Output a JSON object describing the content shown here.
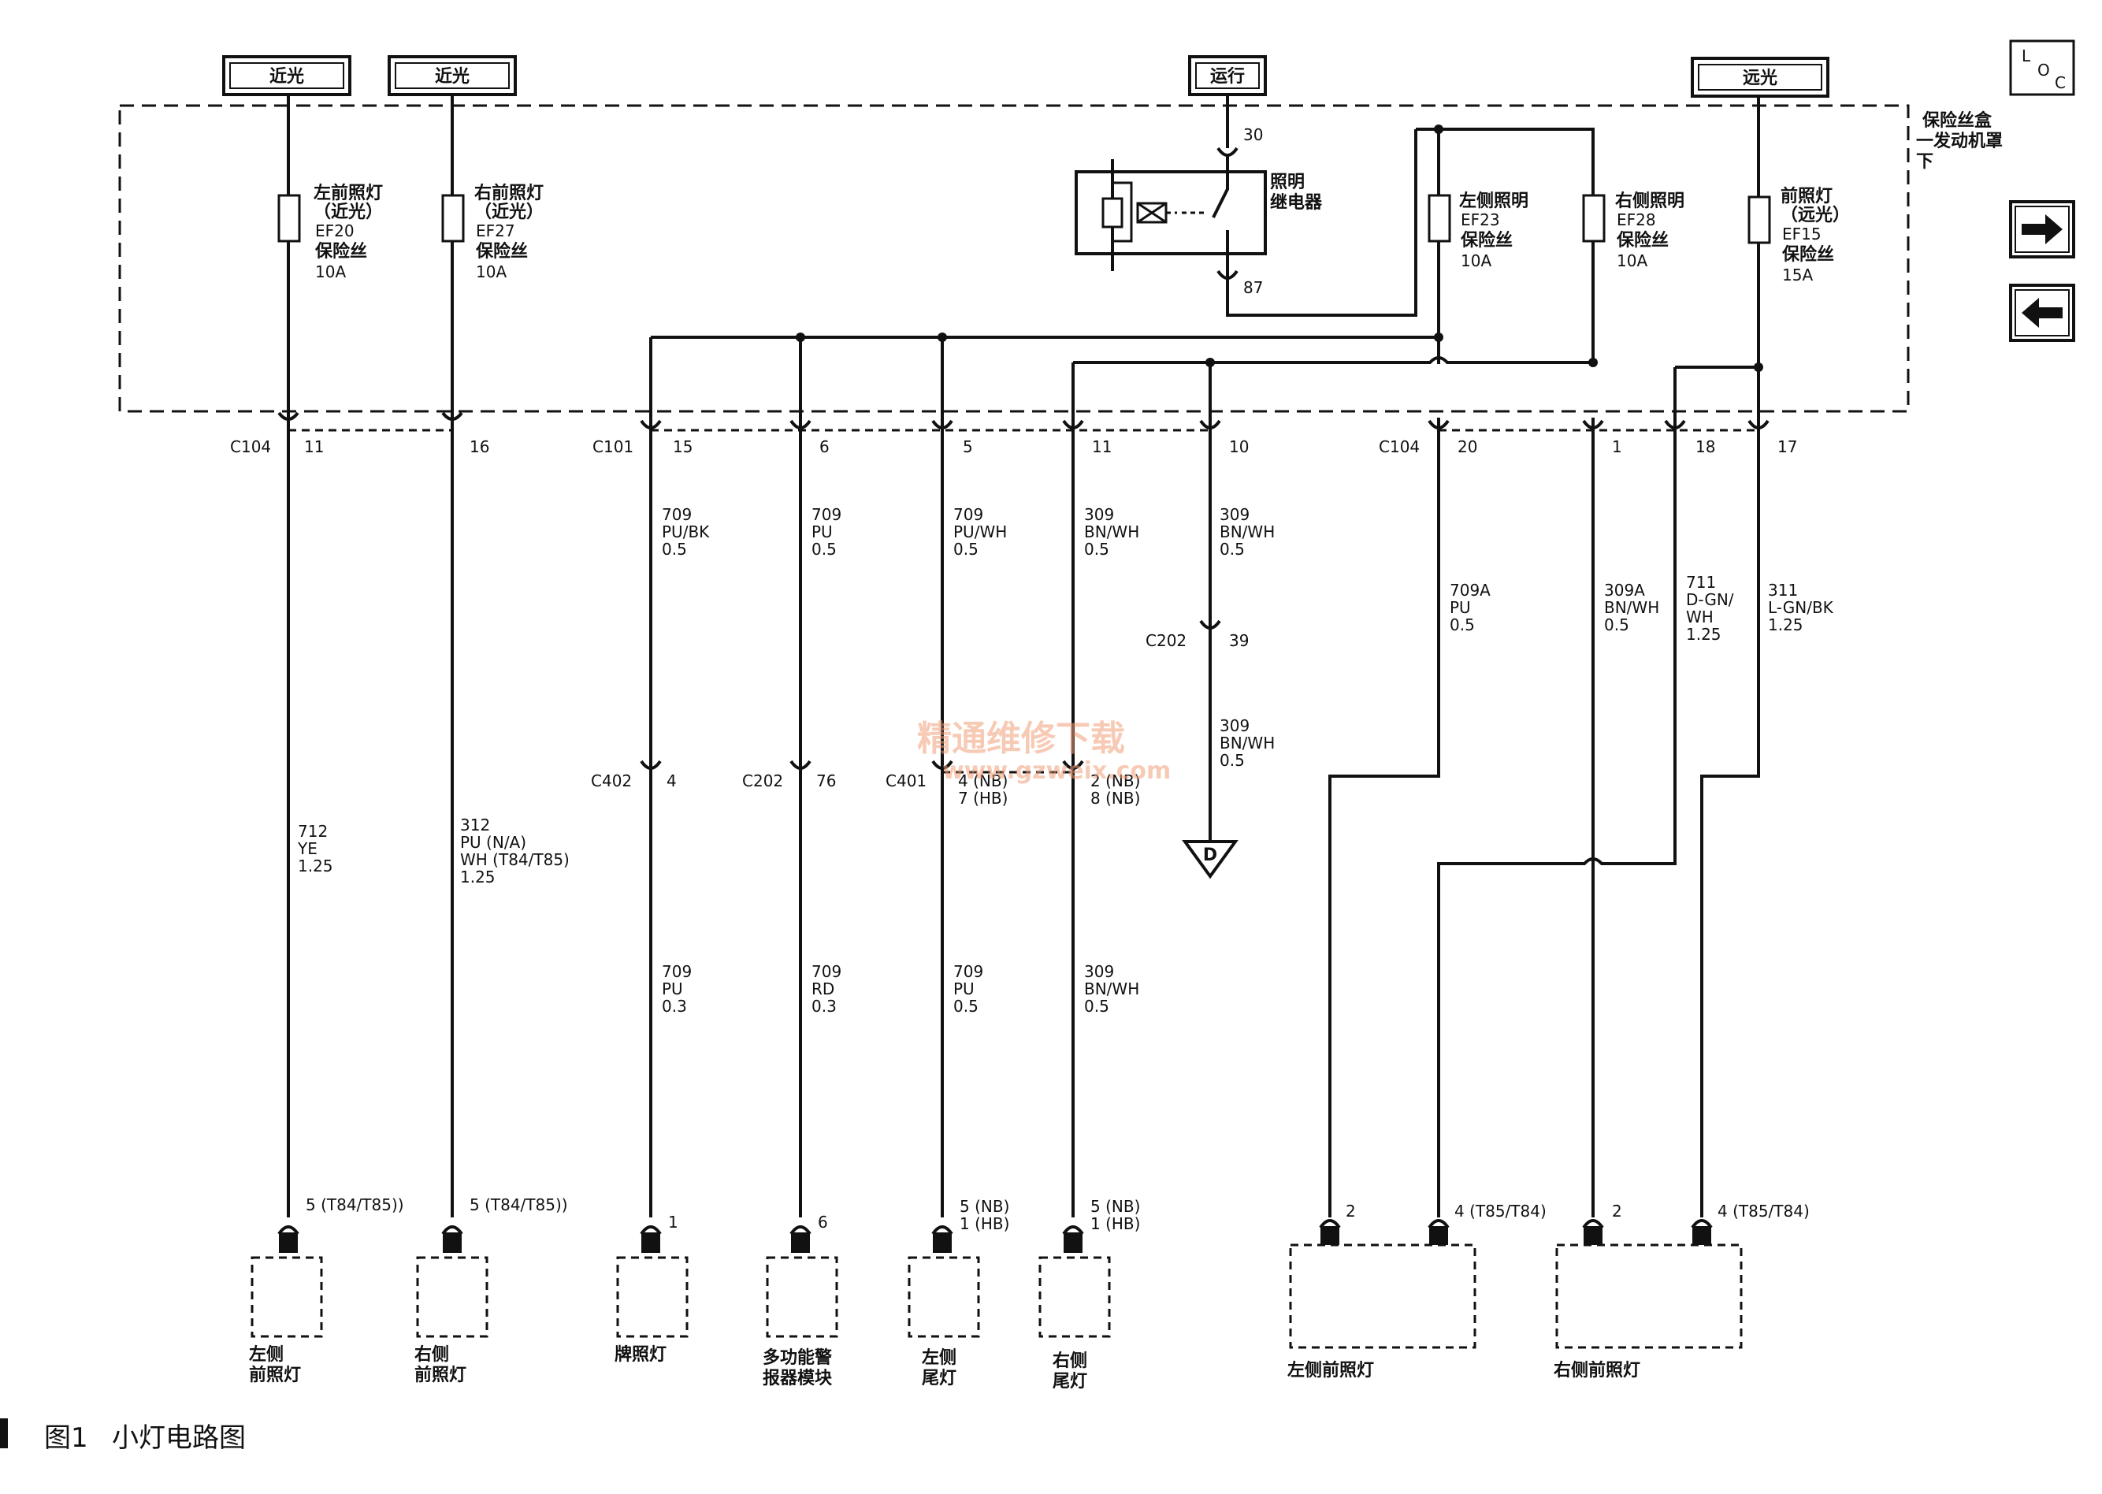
{
  "power_sources": [
    {
      "id": "low1",
      "label": "近光"
    },
    {
      "id": "low2",
      "label": "近光"
    },
    {
      "id": "run",
      "label": "运行"
    },
    {
      "id": "high",
      "label": "远光"
    }
  ],
  "fuse_box_label": [
    "保险丝盒",
    "一发动机罩",
    "下"
  ],
  "loc_label": {
    "l": "L",
    "o": "O",
    "c": "C"
  },
  "fuses": [
    {
      "lines": [
        "左前照灯",
        "（近光）",
        "EF20",
        "保险丝",
        "10A"
      ]
    },
    {
      "lines": [
        "右前照灯",
        "（近光）",
        "EF27",
        "保险丝",
        "10A"
      ]
    },
    {
      "lines": [
        "左侧照明",
        "EF23",
        "保险丝",
        "10A"
      ]
    },
    {
      "lines": [
        "右侧照明",
        "EF28",
        "保险丝",
        "10A"
      ]
    },
    {
      "lines": [
        "前照灯",
        "（远光）",
        "EF15",
        "保险丝",
        "15A"
      ]
    }
  ],
  "relay": {
    "label": [
      "照明",
      "继电器"
    ],
    "pin_top": "30",
    "pin_bottom": "87"
  },
  "connectors": {
    "c104_left": {
      "name": "C104",
      "pins": [
        "11",
        "16"
      ]
    },
    "c101": {
      "name": "C101",
      "pins": [
        "15",
        "6",
        "5",
        "11",
        "10"
      ]
    },
    "c104_right": {
      "name": "C104",
      "pins": [
        "20",
        "1",
        "18",
        "17"
      ]
    },
    "c202_mid": {
      "name": "C202",
      "pin": "39"
    },
    "c402": {
      "name": "C402",
      "pin": "4"
    },
    "c202_low": {
      "name": "C202",
      "pin": "76"
    },
    "c401": {
      "name": "C401",
      "pin_a": [
        "4 (NB)",
        "7 (HB)"
      ],
      "pin_b": [
        "2 (NB)",
        "8 (NB)"
      ]
    }
  },
  "wires_upper": [
    {
      "lines": [
        "709",
        "PU/BK",
        "0.5"
      ]
    },
    {
      "lines": [
        "709",
        "PU",
        "0.5"
      ]
    },
    {
      "lines": [
        "709",
        "PU/WH",
        "0.5"
      ]
    },
    {
      "lines": [
        "309",
        "BN/WH",
        "0.5"
      ]
    },
    {
      "lines": [
        "309",
        "BN/WH",
        "0.5"
      ]
    }
  ],
  "wires_right": [
    {
      "lines": [
        "709A",
        "PU",
        "0.5"
      ]
    },
    {
      "lines": [
        "309A",
        "BN/WH",
        "0.5"
      ]
    },
    {
      "lines": [
        "711",
        "D-GN/",
        "WH",
        "1.25"
      ]
    },
    {
      "lines": [
        "311",
        "L-GN/BK",
        "1.25"
      ]
    }
  ],
  "wires_long": [
    {
      "lines": [
        "712",
        "YE",
        "1.25"
      ]
    },
    {
      "lines": [
        "312",
        "PU (N/A)",
        "WH (T84/T85)",
        "1.25"
      ]
    }
  ],
  "wire_c202_below": {
    "lines": [
      "309",
      "BN/WH",
      "0.5"
    ]
  },
  "ground_label": "D",
  "wires_lower": [
    {
      "lines": [
        "709",
        "PU",
        "0.3"
      ]
    },
    {
      "lines": [
        "709",
        "RD",
        "0.3"
      ]
    },
    {
      "lines": [
        "709",
        "PU",
        "0.5"
      ]
    },
    {
      "lines": [
        "309",
        "BN/WH",
        "0.5"
      ]
    }
  ],
  "load_pins": [
    {
      "lines": [
        "5 (T84/T85))"
      ]
    },
    {
      "lines": [
        "5 (T84/T85))"
      ]
    },
    {
      "lines": [
        "1"
      ]
    },
    {
      "lines": [
        "6"
      ]
    },
    {
      "lines": [
        "5 (NB)",
        "1 (HB)"
      ]
    },
    {
      "lines": [
        "5 (NB)",
        "1 (HB)"
      ]
    }
  ],
  "loads": [
    {
      "lines": [
        "左侧",
        "前照灯"
      ]
    },
    {
      "lines": [
        "右侧",
        "前照灯"
      ]
    },
    {
      "lines": [
        "牌照灯"
      ]
    },
    {
      "lines": [
        "多功能警",
        "报器模块"
      ]
    },
    {
      "lines": [
        "左侧",
        "尾灯"
      ]
    },
    {
      "lines": [
        "右侧",
        "尾灯"
      ]
    },
    {
      "lines": [
        "左侧前照灯"
      ]
    },
    {
      "lines": [
        "右侧前照灯"
      ]
    }
  ],
  "big_load_pins": {
    "a": "2",
    "b": "4 (T85/T84)",
    "c": "2",
    "d": "4 (T85/T84)"
  },
  "watermark": {
    "cn": "精通维修下载",
    "url": "www.gzweix.com"
  },
  "caption": {
    "fig": "图1",
    "title": "小灯电路图"
  }
}
